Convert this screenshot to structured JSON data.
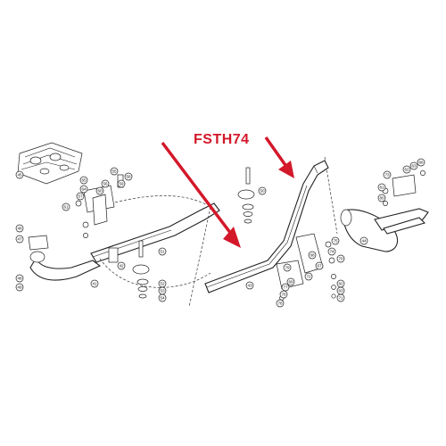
{
  "diagram": {
    "callout_label": "FSTH74",
    "accent_color": "#d3182a",
    "line_color": "#222222",
    "part_numbers": [
      "45",
      "46",
      "47",
      "48",
      "49",
      "41",
      "42",
      "55",
      "56",
      "58",
      "59",
      "61",
      "64",
      "65",
      "57",
      "60",
      "51",
      "52",
      "53",
      "54",
      "50",
      "44",
      "43",
      "62",
      "63",
      "66",
      "67",
      "68",
      "69",
      "70",
      "71",
      "72",
      "73",
      "74",
      "75",
      "76",
      "77",
      "78",
      "79",
      "80",
      "81",
      "82",
      "83"
    ]
  }
}
